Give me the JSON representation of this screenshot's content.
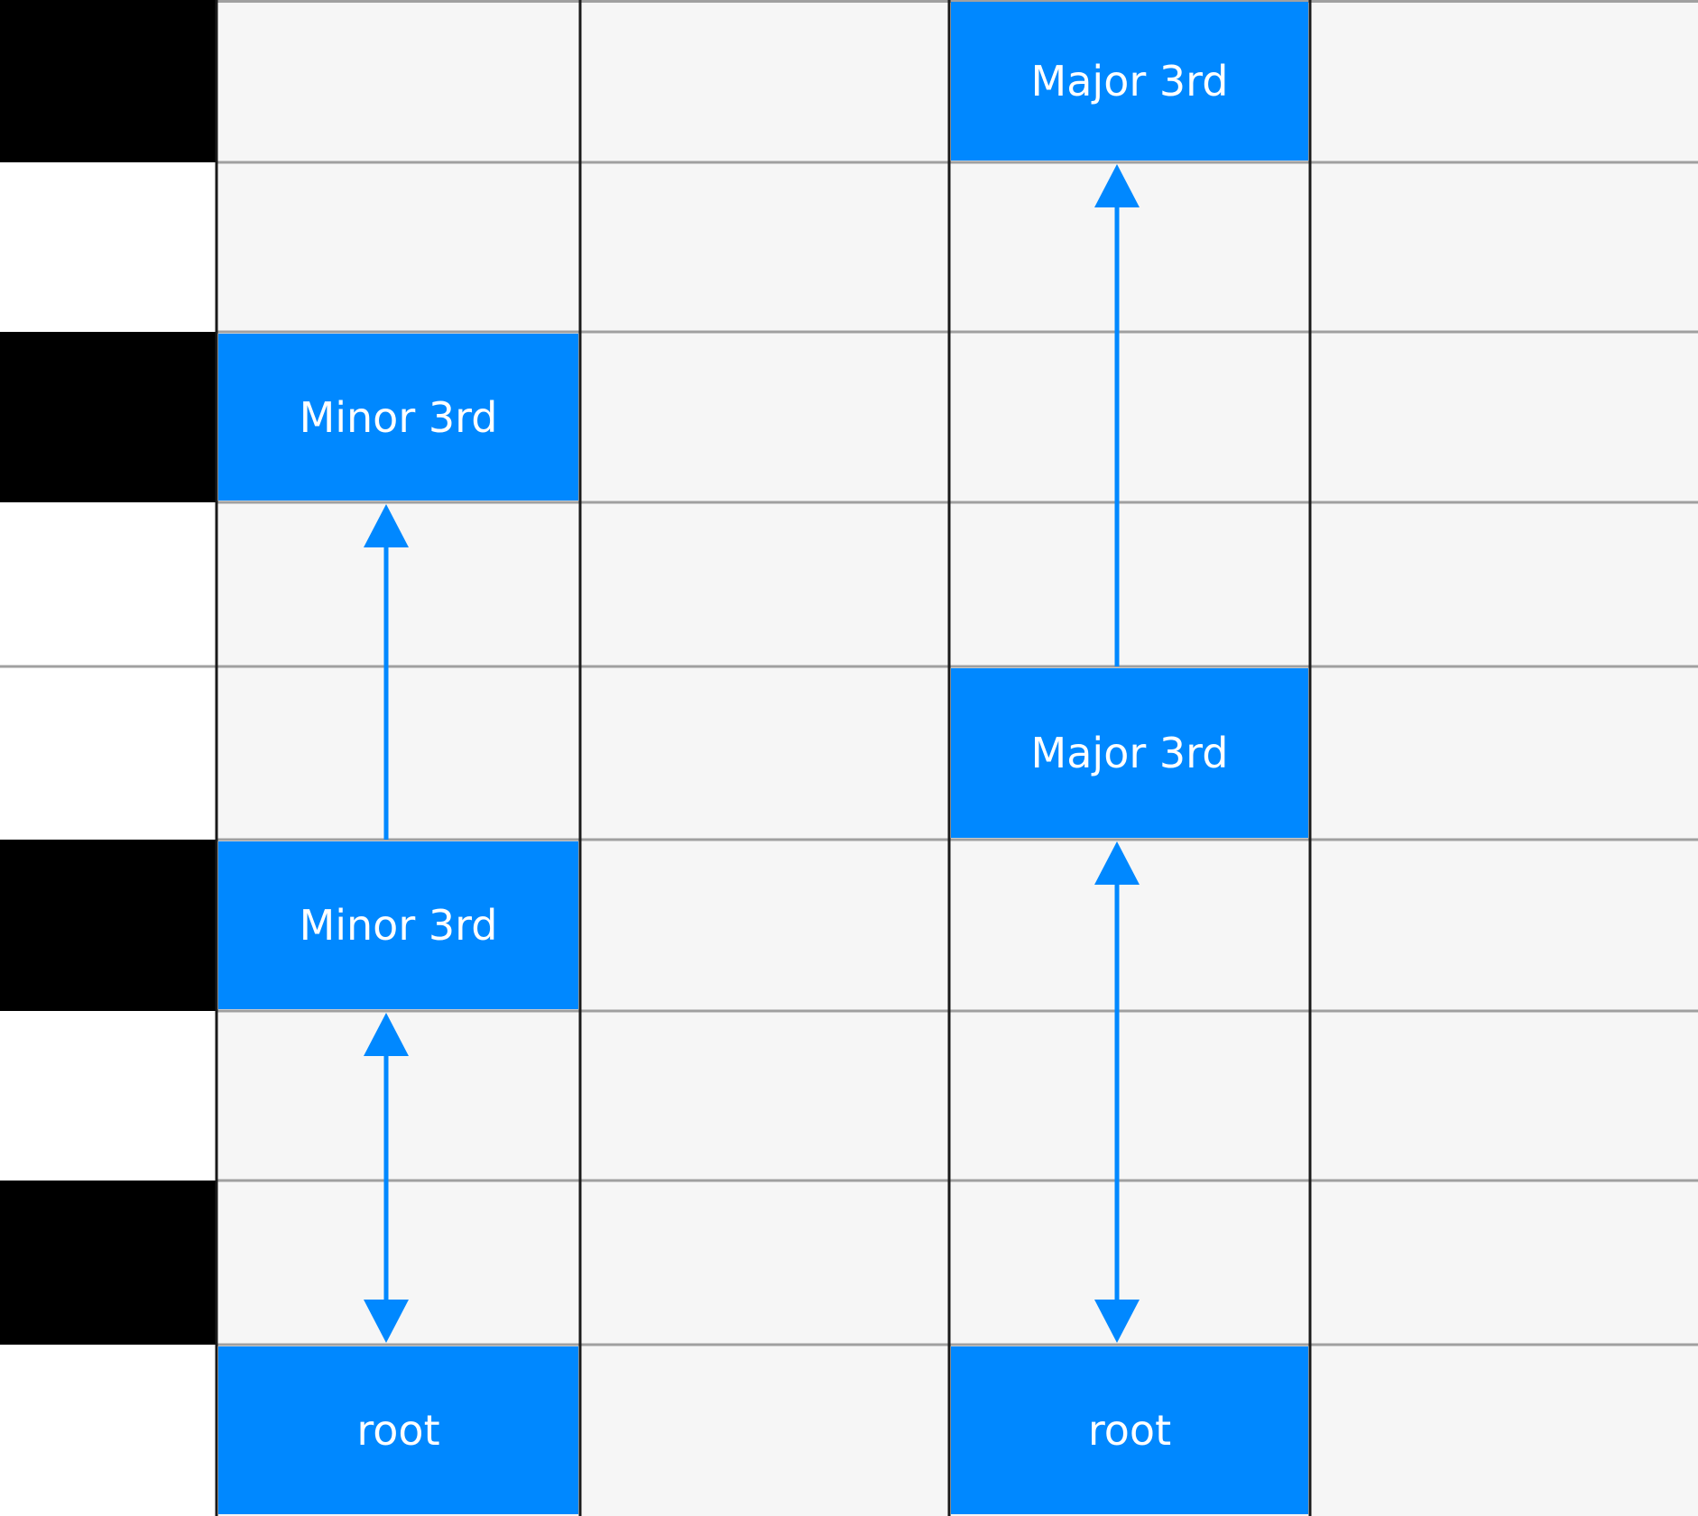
{
  "colors": {
    "note_fill": "#0088FF",
    "arrow": "#0088FF",
    "grid_bg": "#F6F6F6",
    "black_key": "#000000",
    "white_key": "#FFFFFF",
    "row_line": "#A0A0A0",
    "column_line": "#1A1A1A"
  },
  "keyboard": {
    "keys_top_to_bottom": [
      "black",
      "white",
      "black",
      "white",
      "white",
      "black",
      "white",
      "black",
      "white"
    ]
  },
  "columns": [
    {
      "notes": [
        {
          "label": "Minor 3rd",
          "row": 2
        },
        {
          "label": "Minor 3rd",
          "row": 5
        },
        {
          "label": "root",
          "row": 8
        }
      ]
    },
    {
      "notes": [
        {
          "label": "Major 3rd",
          "row": 0
        },
        {
          "label": "Major 3rd",
          "row": 4
        },
        {
          "label": "root",
          "row": 8
        }
      ]
    }
  ]
}
